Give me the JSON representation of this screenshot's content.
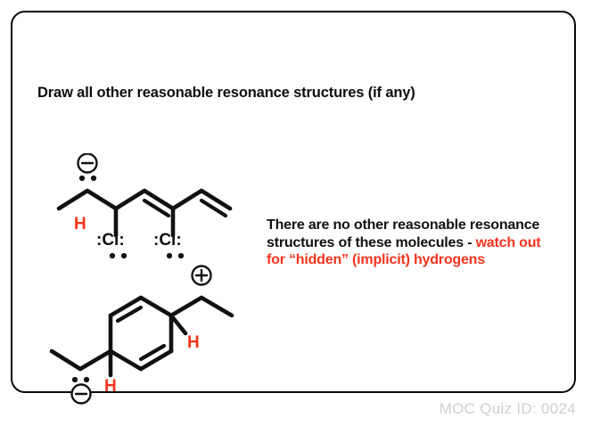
{
  "card": {
    "title": "Draw all other reasonable resonance structures (if any)",
    "explanation": {
      "black_part": "There are no other reasonable resonance structures of these molecules - ",
      "red_part": "watch out for “hidden” (implicit) hydrogens",
      "red_color": "#F4331C"
    },
    "footer": "MOC Quiz ID: 0024",
    "border_color": "#0a0a0a",
    "background_color": "#ffffff"
  },
  "structures": [
    {
      "id": "top-molecule",
      "name": "dichloro-hexadienyl-carbanion",
      "labels": [
        {
          "text": "H",
          "name": "hydrogen-label-top",
          "color": "#F4331C"
        },
        {
          "text": ":Cl:",
          "name": "chlorine-label-left",
          "color": "#111111"
        },
        {
          "text": ":Cl:",
          "name": "chlorine-label-right",
          "color": "#111111"
        }
      ],
      "charges": [
        {
          "symbol": "⊖",
          "name": "negative-charge-top",
          "kind": "negative"
        }
      ]
    },
    {
      "id": "bottom-molecule",
      "name": "cyclohexadiene-zwitterion",
      "labels": [
        {
          "text": "H",
          "name": "hydrogen-label-ring-right",
          "color": "#F4331C"
        },
        {
          "text": "H",
          "name": "hydrogen-label-ring-left",
          "color": "#F4331C"
        }
      ],
      "charges": [
        {
          "symbol": "⊕",
          "name": "positive-charge-bottom",
          "kind": "positive"
        },
        {
          "symbol": "⊖",
          "name": "negative-charge-bottom",
          "kind": "negative"
        }
      ]
    }
  ]
}
